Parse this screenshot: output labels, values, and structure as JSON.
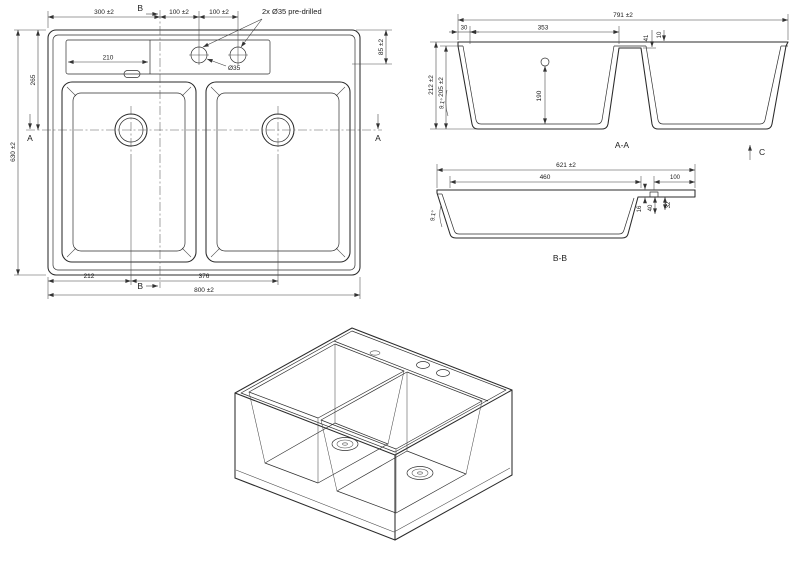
{
  "meta": {
    "title": "Double bowl sink technical drawing"
  },
  "plan": {
    "dim_300": "300 ±2",
    "dim_100_first": "100 ±2",
    "dim_100_second": "100 ±2",
    "note_predrilled": "2x Ø35 pre-drilled",
    "dim_265": "265",
    "dim_630": "630 ±2",
    "dim_210": "210",
    "dim_85": "85 ±2",
    "dia_35": "Ø35",
    "dim_212": "212",
    "dim_376": "376",
    "dim_800": "800 ±2",
    "label_a_left": "A",
    "label_a_right": "A",
    "label_b_top": "B",
    "label_b_bottom": "B"
  },
  "section_aa": {
    "title": "A-A",
    "dim_791": "791 ±2",
    "dim_30": "30",
    "dim_353": "353",
    "dim_212": "212 ±2",
    "dim_205": "205 ±2",
    "dim_190": "190",
    "dim_41": "41",
    "dim_10": "10",
    "angle": "9.1°",
    "label_c": "C"
  },
  "section_bb": {
    "title": "B-B",
    "dim_621": "621 ±2",
    "dim_460": "460",
    "dim_100": "100",
    "dim_16": "16",
    "dim_40": "40",
    "dim_32": "32",
    "angle": "9.1°"
  }
}
